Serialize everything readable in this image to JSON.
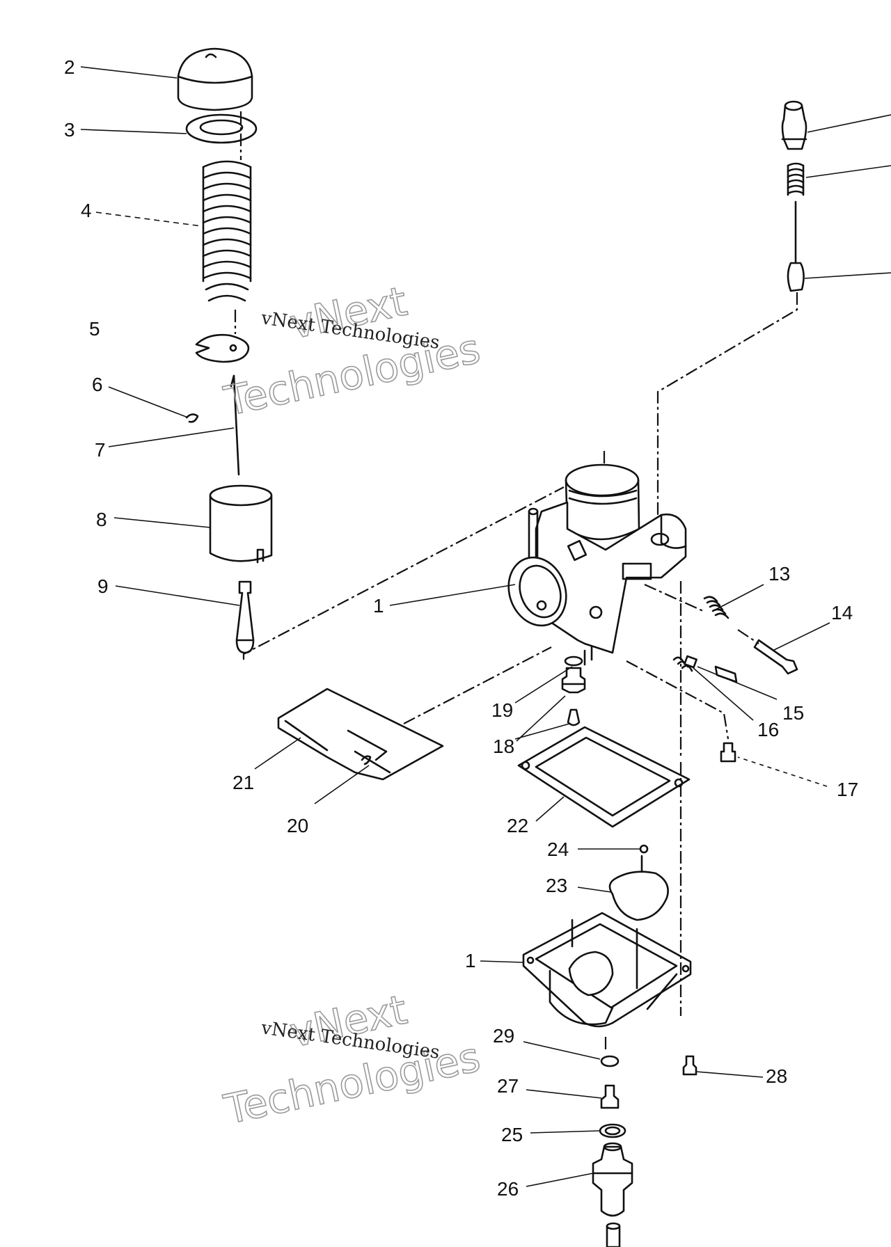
{
  "callouts": [
    {
      "id": "2",
      "text": "2"
    },
    {
      "id": "3",
      "text": "3"
    },
    {
      "id": "4",
      "text": "4"
    },
    {
      "id": "5",
      "text": "5"
    },
    {
      "id": "6",
      "text": "6"
    },
    {
      "id": "7",
      "text": "7"
    },
    {
      "id": "8",
      "text": "8"
    },
    {
      "id": "9",
      "text": "9"
    },
    {
      "id": "1a",
      "text": "1"
    },
    {
      "id": "13",
      "text": "13"
    },
    {
      "id": "14",
      "text": "14"
    },
    {
      "id": "15",
      "text": "15"
    },
    {
      "id": "16",
      "text": "16"
    },
    {
      "id": "17",
      "text": "17"
    },
    {
      "id": "18",
      "text": "18"
    },
    {
      "id": "19",
      "text": "19"
    },
    {
      "id": "20",
      "text": "20"
    },
    {
      "id": "21",
      "text": "21"
    },
    {
      "id": "22",
      "text": "22"
    },
    {
      "id": "23",
      "text": "23"
    },
    {
      "id": "24",
      "text": "24"
    },
    {
      "id": "1b",
      "text": "1"
    },
    {
      "id": "29",
      "text": "29"
    },
    {
      "id": "27",
      "text": "27"
    },
    {
      "id": "28",
      "text": "28"
    },
    {
      "id": "25",
      "text": "25"
    },
    {
      "id": "26",
      "text": "26"
    }
  ],
  "watermarks": {
    "line": "vNext Technologies",
    "word1": "vNext",
    "word2": "Technologies"
  }
}
